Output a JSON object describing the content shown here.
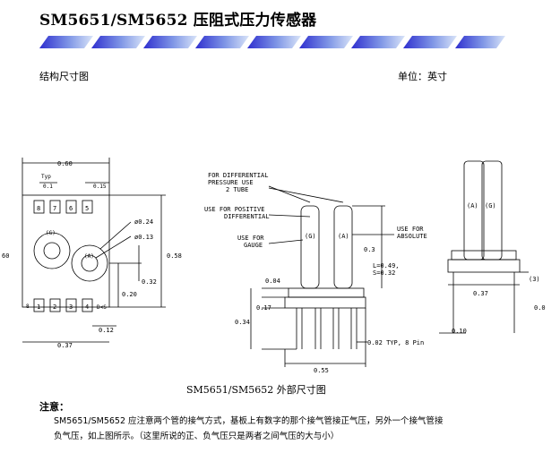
{
  "header": {
    "title": "SM5651/SM5652 压阻式压力传感器",
    "accent_color": "#3b3bd6",
    "stripe_color_light": "#c9d6f5"
  },
  "section": {
    "left_label": "结构尺寸图",
    "right_label": "单位：英寸"
  },
  "drawing": {
    "top_view": {
      "dim_width": "0.60",
      "dim_typ": "Typ",
      "dim_pitch": "0.1",
      "dim_side": "0.15",
      "dim_hole_big": "ø0.24",
      "dim_hole_small": "ø0.13",
      "dim_height": "0.58",
      "dim_left": "60",
      "dim_offset": "0.32",
      "dim_port": "0.20",
      "dim_pad": "0.12",
      "dim_bottom": "0.37",
      "top_pins": [
        "8",
        "7",
        "6",
        "5"
      ],
      "bottom_pins": [
        "1",
        "2",
        "3",
        "4"
      ],
      "left_mark": "8",
      "port_g": "(G)",
      "port_a": "(A)",
      "pad_label": "D<S"
    },
    "side_view": {
      "label_diff": "FOR DIFFERENTIAL\nPRESSURE USE\n2 TUBE",
      "label_pos": "USE FOR POSITIVE\nDIFFERENTIAL",
      "label_gauge": "USE FOR\nGAUGE",
      "label_abs": "USE FOR\nABSOLUTE",
      "tube_g": "(G)",
      "tube_a": "(A)",
      "dim_tube": "0.3",
      "dim_l": "L=0.49,\nS=0.32",
      "dim_top": "0.04",
      "dim_mid": "0.17",
      "dim_left": "0.34",
      "dim_pin": "0.02 TYP, 8 Pin",
      "dim_bottom": "0.55"
    },
    "end_view": {
      "tube_a": "(A)",
      "tube_g": "(G)",
      "dim_width": "0.37",
      "dim_right": "(3)",
      "dim_small": "0.0",
      "dim_pin": "0.10"
    }
  },
  "caption": "SM5651/SM5652 外部尺寸图",
  "note": {
    "title": "注意：",
    "line1": "SM5651/SM5652 应注意两个管的接气方式，基板上有数字的那个接气管接正气压，另外一个接气管接",
    "line2": "负气压，如上图所示。（这里所说的正、负气压只是两者之间气压的大与小）"
  }
}
